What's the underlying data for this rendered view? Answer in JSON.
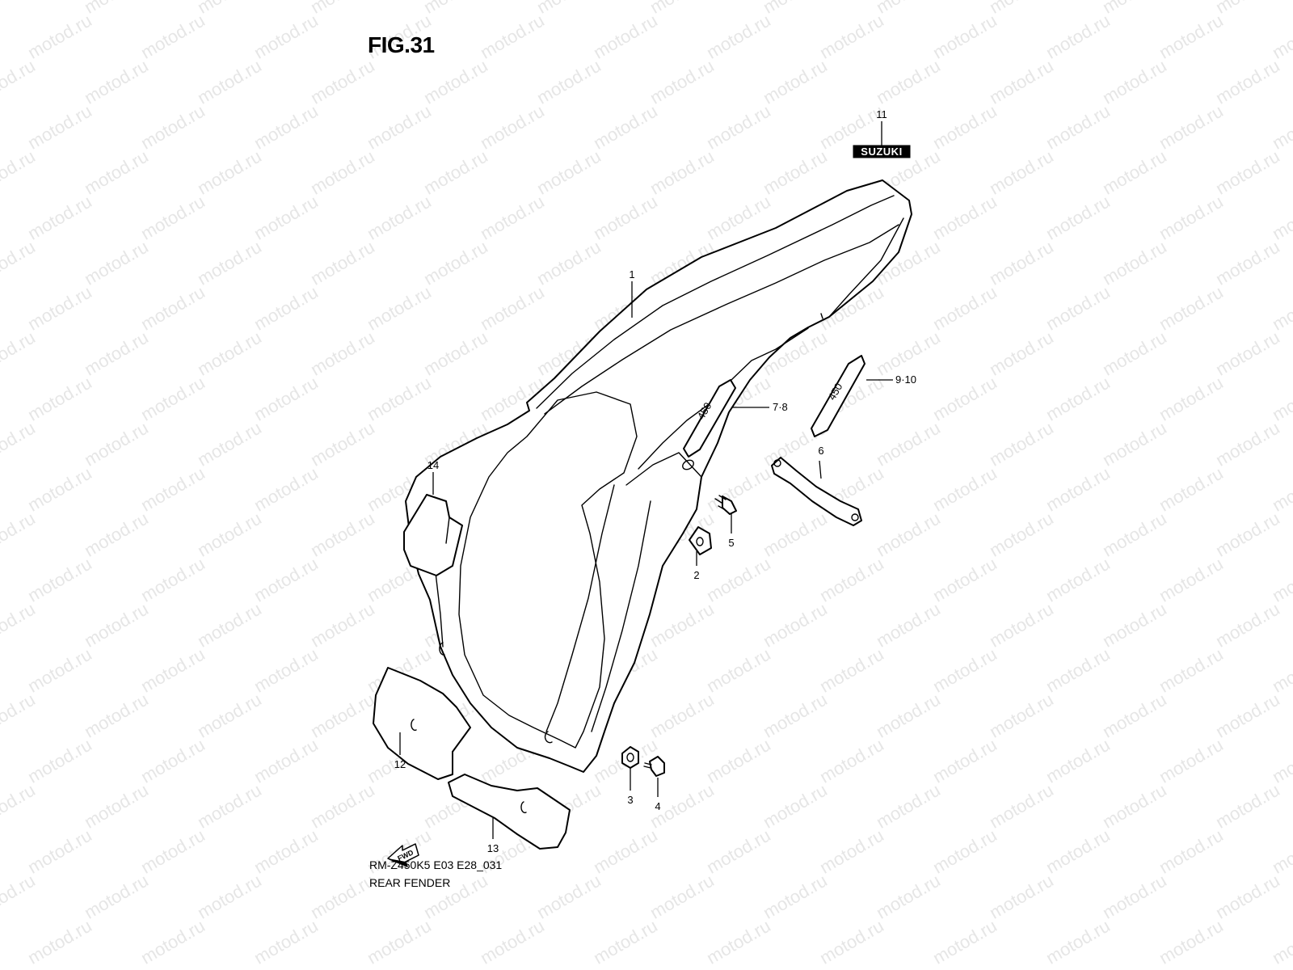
{
  "figure": {
    "title": "FIG.31",
    "watermark_text": "motod.ru",
    "diagram_code": "RM-Z450K5 E03 E28_031",
    "section_name": "REAR FENDER"
  },
  "decals": {
    "brand_badge_text": "SUZUKI",
    "model_decal_text": "450",
    "forward_arrow_text": "FWD"
  },
  "callouts": {
    "c1": "1",
    "c2": "2",
    "c3": "3",
    "c4": "4",
    "c5": "5",
    "c6": "6",
    "c7_8": "7·8",
    "c9_10": "9·10",
    "c11": "11",
    "c12": "12",
    "c13": "13",
    "c14": "14"
  },
  "colors": {
    "line": "#000000",
    "background": "#ffffff",
    "watermark": "#e6e6e6"
  }
}
